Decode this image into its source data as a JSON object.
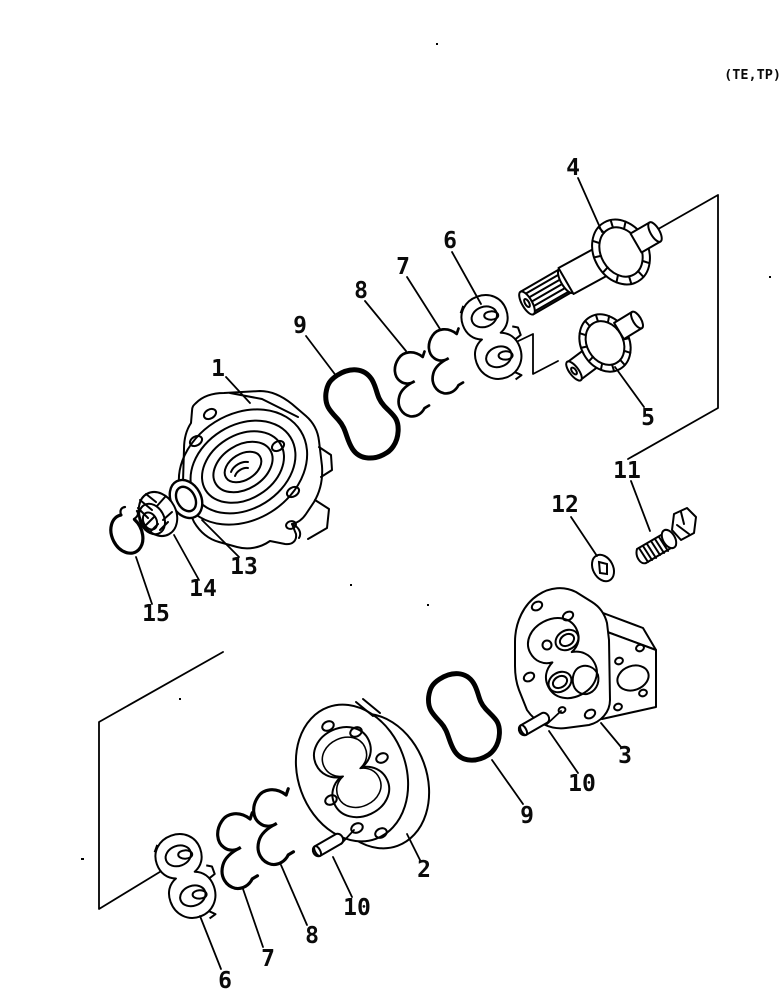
{
  "page": {
    "code_label": "(TE,TP)",
    "background_color": "#ffffff",
    "line_color": "#000000"
  },
  "callouts": [
    {
      "part": "front-housing",
      "number": "1"
    },
    {
      "part": "gear-case-body",
      "number": "2"
    },
    {
      "part": "rear-cover",
      "number": "3"
    },
    {
      "part": "drive-gear-shaft",
      "number": "4"
    },
    {
      "part": "driven-gear",
      "number": "5"
    },
    {
      "part": "bearing-block-upper",
      "number": "6"
    },
    {
      "part": "retainer-spring-upper-right",
      "number": "7"
    },
    {
      "part": "retainer-spring-upper-left",
      "number": "8"
    },
    {
      "part": "o-ring-upper",
      "number": "9"
    },
    {
      "part": "bolt",
      "number": "11"
    },
    {
      "part": "washer",
      "number": "12"
    },
    {
      "part": "seal-washer",
      "number": "13"
    },
    {
      "part": "oil-seal",
      "number": "14"
    },
    {
      "part": "snap-ring",
      "number": "15"
    },
    {
      "part": "o-ring-lower",
      "number": "9"
    },
    {
      "part": "dowel-pin-right",
      "number": "10"
    },
    {
      "part": "bearing-block-lower",
      "number": "6"
    },
    {
      "part": "retainer-spring-lower-left",
      "number": "7"
    },
    {
      "part": "retainer-spring-lower-right",
      "number": "8"
    },
    {
      "part": "dowel-pin-lower",
      "number": "10"
    }
  ]
}
